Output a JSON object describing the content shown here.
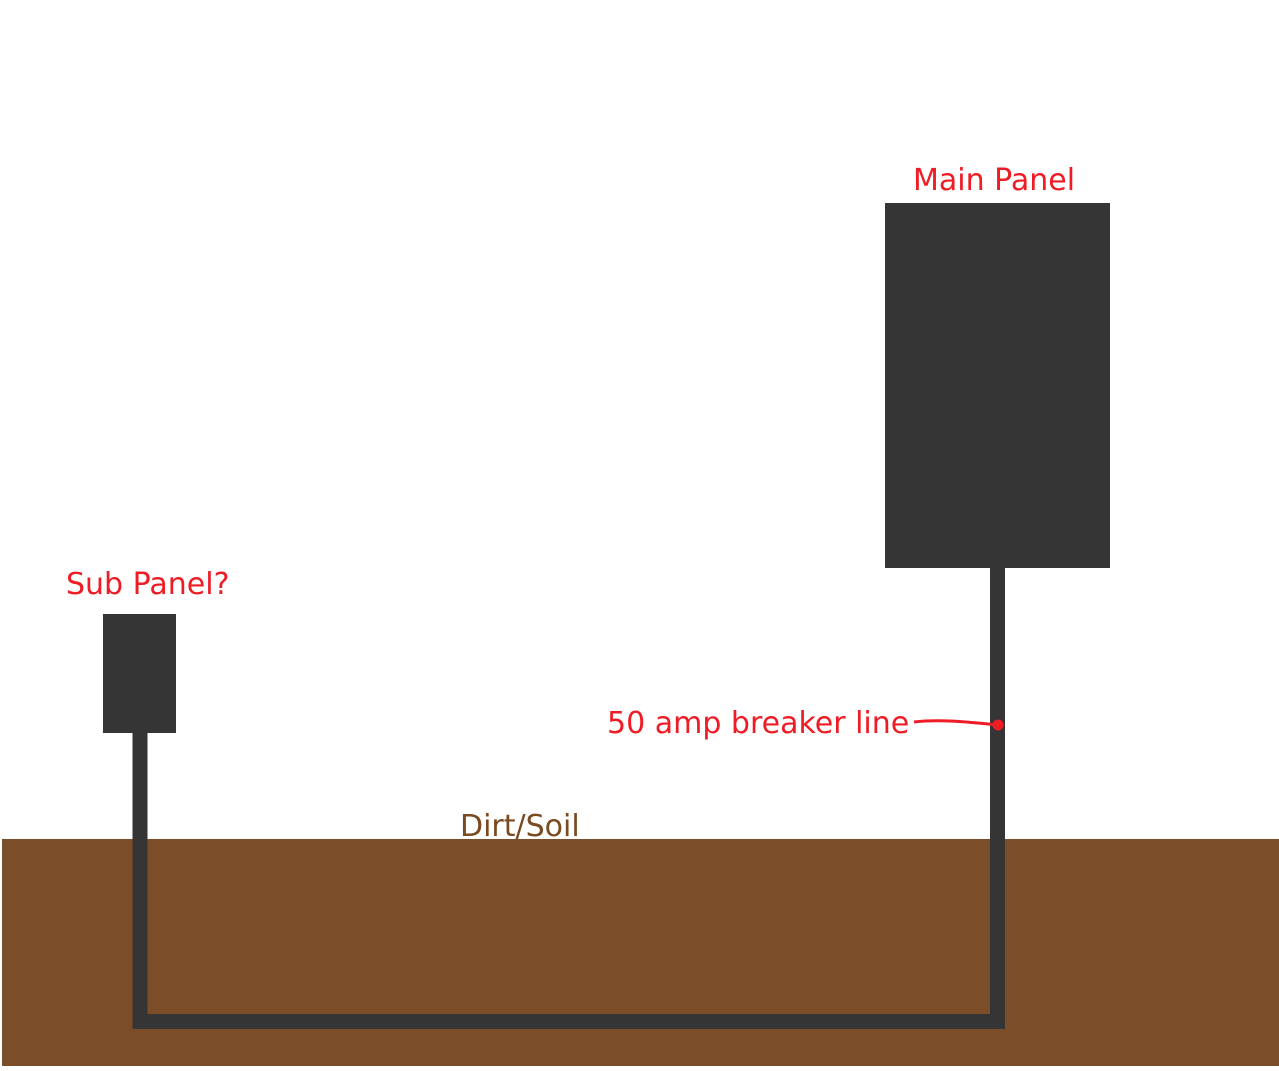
{
  "labels": {
    "main_panel": "Main Panel",
    "sub_panel": "Sub Panel?",
    "breaker_line": "50 amp breaker line",
    "soil": "Dirt/Soil"
  },
  "colors": {
    "background": "#ffffff",
    "soil": "#7b4d29",
    "panel": "#353535",
    "wire": "#353535",
    "label": "#ee1c25",
    "soil_text": "#7a4a20"
  }
}
